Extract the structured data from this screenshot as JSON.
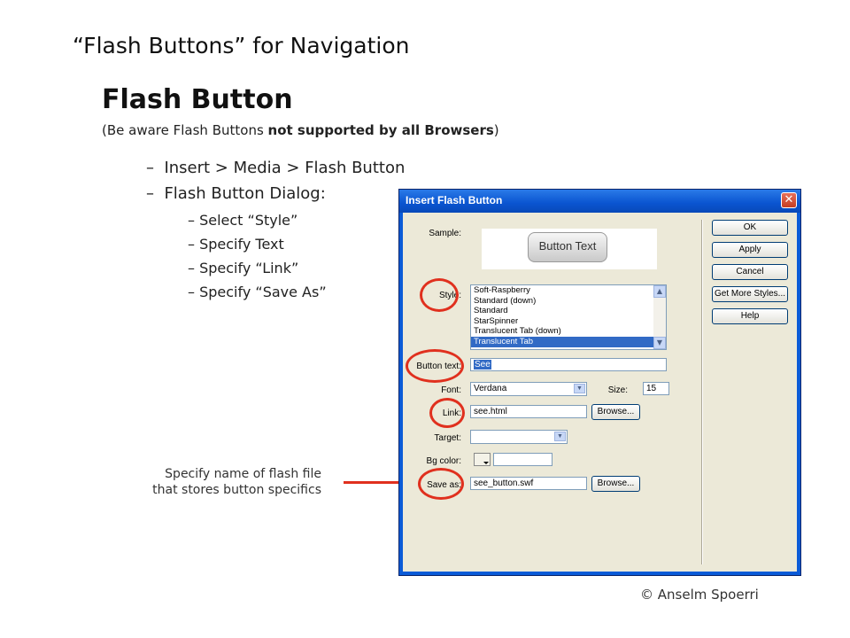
{
  "slide": {
    "title": "“Flash Buttons” for Navigation",
    "heading": "Flash Button",
    "note_prefix": "(Be aware Flash Buttons ",
    "note_bold": "not supported by all Browsers",
    "note_suffix": ")",
    "bullets": [
      "Insert > Media > Flash Button",
      "Flash Button Dialog:"
    ],
    "sub_bullets": [
      "Select “Style”",
      "Specify Text",
      "Specify “Link”",
      "Specify “Save As”"
    ],
    "dash": "–",
    "caption_line1": "Specify name of flash file",
    "caption_line2": "that stores button specifics",
    "copyright": "© Anselm Spoerri",
    "accent_color": "#e0301e"
  },
  "dialog": {
    "title": "Insert Flash Button",
    "close_glyph": "✕",
    "labels": {
      "sample": "Sample:",
      "style": "Style:",
      "button_text": "Button text:",
      "font": "Font:",
      "size": "Size:",
      "link": "Link:",
      "target": "Target:",
      "bg_color": "Bg color:",
      "save_as": "Save as:"
    },
    "sample_button_text": "Button Text",
    "style_options": [
      "Soft-Raspberry",
      "Standard (down)",
      "Standard",
      "StarSpinner",
      "Translucent Tab (down)",
      "Translucent Tab"
    ],
    "style_selected": "Translucent Tab",
    "button_text_value": "See",
    "font_value": "Verdana",
    "size_value": "15",
    "link_value": "see.html",
    "target_value": "",
    "bg_color_value": "",
    "save_as_value": "see_button.swf",
    "browse_label": "Browse...",
    "buttons": {
      "ok": "OK",
      "apply": "Apply",
      "cancel": "Cancel",
      "more_styles": "Get More Styles...",
      "help": "Help"
    }
  }
}
